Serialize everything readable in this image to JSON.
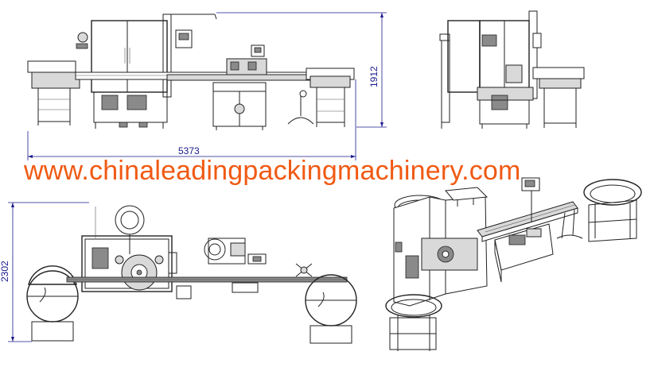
{
  "drawing": {
    "front_view": {
      "width_dimension": "5373",
      "height_dimension": "1912"
    },
    "top_view": {
      "depth_dimension": "2302"
    },
    "watermark": "www.chinaleadingpackingmachinery.com"
  },
  "colors": {
    "line": "#222222",
    "dimension": "#1a1a8c",
    "watermark": "#f05a14",
    "background": "#ffffff"
  }
}
